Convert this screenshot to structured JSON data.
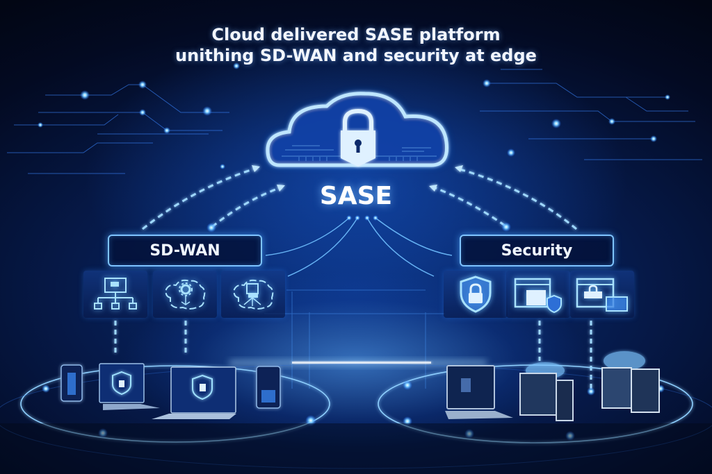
{
  "header": {
    "title_line1": "Cloud delivered SASE platform",
    "title_line2": "unithing SD-WAN and security at edge"
  },
  "center": {
    "label": "SASE",
    "icon": "cloud-lock-icon"
  },
  "groups": [
    {
      "label": "SD-WAN",
      "icons": [
        "network-topology-icon",
        "gear-cloud-icon",
        "cloud-nodes-icon"
      ]
    },
    {
      "label": "Security",
      "icons": [
        "shield-lock-icon",
        "browser-shield-icon",
        "browser-lock-icon"
      ]
    }
  ],
  "devices": {
    "left": [
      "smartphone",
      "laptop-shield",
      "laptop-shield",
      "tablet"
    ],
    "right": [
      "laptop-lock",
      "cloud-server",
      "cloud-server"
    ]
  },
  "colors": {
    "background_dark": "#030a22",
    "background_mid": "#0a2f7a",
    "glow": "#6fc3ff",
    "label_border": "#7fc4ff",
    "text": "#f2f6ff"
  }
}
